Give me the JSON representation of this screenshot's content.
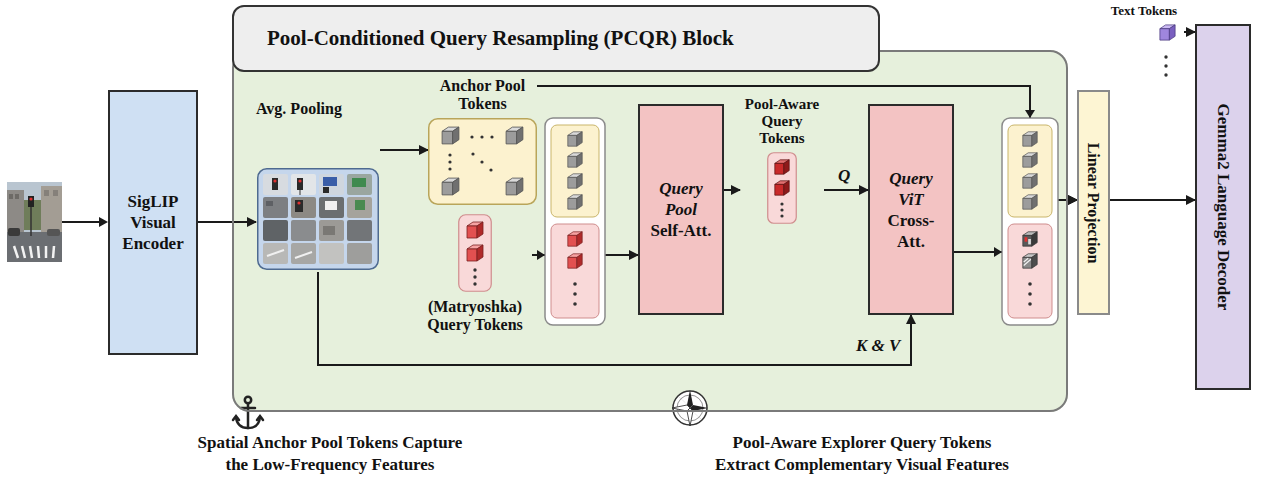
{
  "diagram": {
    "nodes": [
      {
        "text": [
          "SigLIP Visual Encoder"
        ]
      },
      {
        "text": [
          "Pool-Conditioned Query Resampling (PCQR) Block"
        ]
      },
      {
        "text": [
          "Avg. Pooling"
        ],
        "in": 1
      },
      {
        "text": [
          "Anchor Pool Tokens"
        ],
        "in": 1
      },
      {
        "text": [
          "(Matryoshka) Query Tokens"
        ],
        "in": 1
      },
      {
        "text": [
          "Query Pool",
          "Self-Att."
        ],
        "in": 1
      },
      {
        "text": [
          "Pool-Aware Query Tokens"
        ],
        "in": 1
      },
      {
        "text": [
          "Query ViT",
          "Cross-Att."
        ],
        "in": 1
      },
      {
        "text": [
          "Linear Projection"
        ]
      },
      {
        "text": [
          "Text Tokens"
        ]
      },
      {
        "text": [
          "Gemma2 Language Decoder"
        ]
      }
    ],
    "edges": [
      {
        "from": 0,
        "to": 2,
        "arrow": "to"
      },
      {
        "from": 2,
        "to": 3,
        "arrow": "to"
      },
      {
        "from": 4,
        "to": 5,
        "arrow": "to"
      },
      {
        "from": 5,
        "to": 6,
        "arrow": "to"
      },
      {
        "from": 6,
        "to": 7,
        "label": "Q",
        "arrow": "to"
      },
      {
        "from": 2,
        "to": 7,
        "label": "K & V",
        "arrow": "to"
      },
      {
        "from": 3,
        "to": 8,
        "arrow": "to"
      },
      {
        "from": 7,
        "to": 8,
        "arrow": "to"
      },
      {
        "from": 8,
        "to": 10,
        "arrow": "to"
      },
      {
        "from": 9,
        "to": 10,
        "arrow": "to"
      }
    ],
    "labels": [
      "Spatial Anchor Pool Tokens Capture the Low-Frequency Features",
      "Pool-Aware Explorer Query Tokens Extract Complementary Visual Features"
    ]
  }
}
